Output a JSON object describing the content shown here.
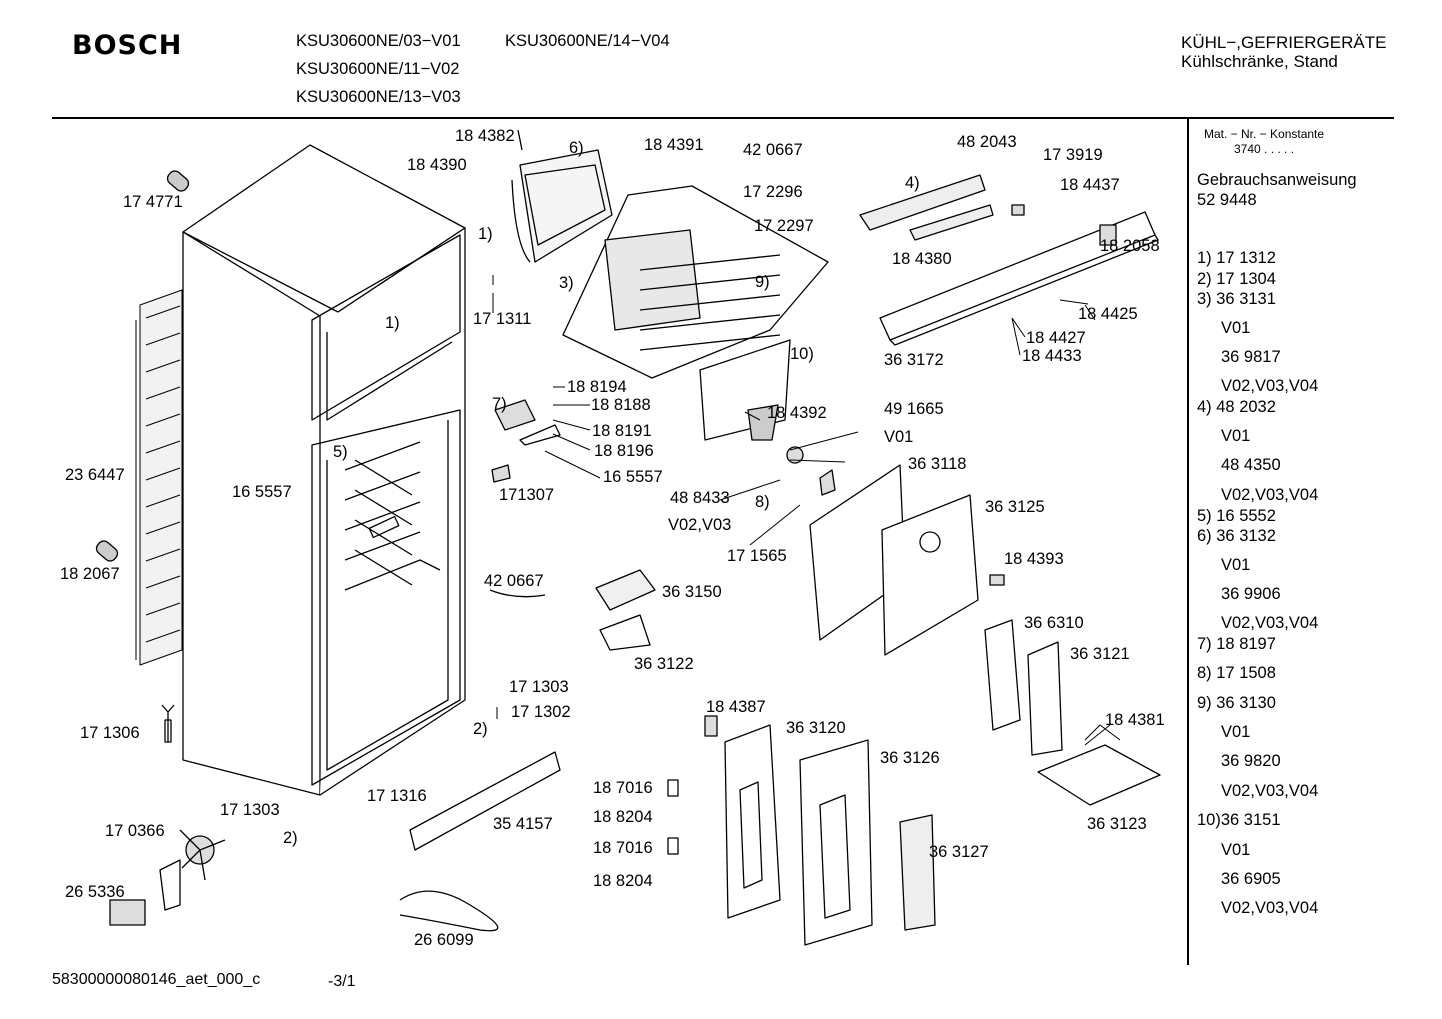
{
  "header": {
    "brand": "BOSCH",
    "models": [
      "KSU30600NE/03−V01",
      "KSU30600NE/14−V04",
      "KSU30600NE/11−V02",
      "KSU30600NE/13−V03"
    ],
    "category_line1": "KÜHL−,GEFRIERGERÄTE",
    "category_line2": "Kühlschränke, Stand"
  },
  "sidebar": {
    "mat_label": "Mat. − Nr. − Konstante",
    "mat_value": "3740  .  .  .  .  .",
    "manual_label": "Gebrauchsanweisung",
    "manual_number": "52 9448",
    "items": [
      "1)  17 1312",
      "2)  17 1304",
      "3)  36 3131",
      "V01",
      "36 9817",
      "V02,V03,V04",
      "4)  48 2032",
      "V01",
      "48 4350",
      "V02,V03,V04",
      "5)  16 5552",
      "6)  36 3132",
      "V01",
      "36 9906",
      "V02,V03,V04",
      "7)  18 8197",
      "8)  17 1508",
      "9)  36 3130",
      "V01",
      "36 9820",
      "V02,V03,V04",
      "10)36 3151",
      "V01",
      "36 6905",
      "V02,V03,V04"
    ]
  },
  "labels": [
    "18 4382",
    "6)",
    "18 4391",
    "42 0667",
    "18 4390",
    "17 2296",
    "17 2297",
    "1)",
    "17 1311",
    "3)",
    "9)",
    "10)",
    "17 4771",
    "1)",
    "48 2043",
    "17 3919",
    "4)",
    "18 4437",
    "18 4380",
    "18 2058",
    "18 4425",
    "18 4427",
    "18 4433",
    "36 3172",
    "18 8194",
    "18 8188",
    "7)",
    "18 8191",
    "18 8196",
    "16 5557",
    "171307",
    "18 4392",
    "49 1665",
    "V01",
    "36 3118",
    "48 8433",
    "8)",
    "V02,V03",
    "17 1565",
    "36 3125",
    "18 4393",
    "23 6447",
    "5)",
    "16 5557",
    "18 2067",
    "42 0667",
    "36 3150",
    "36 3122",
    "36 6310",
    "36 3121",
    "17 1303",
    "17 1302",
    "2)",
    "17 1306",
    "18 4387",
    "36 3120",
    "18 4381",
    "36 3126",
    "36 3123",
    "17 1316",
    "35 4157",
    "17 1303",
    "17 0366",
    "2)",
    "18 7016",
    "18 8204",
    "18 7016",
    "18 8204",
    "36 3127",
    "26 5336",
    "26 6099"
  ],
  "footer": {
    "doc_id": "58300000080146_aet_000_c",
    "page": "-3/1"
  }
}
